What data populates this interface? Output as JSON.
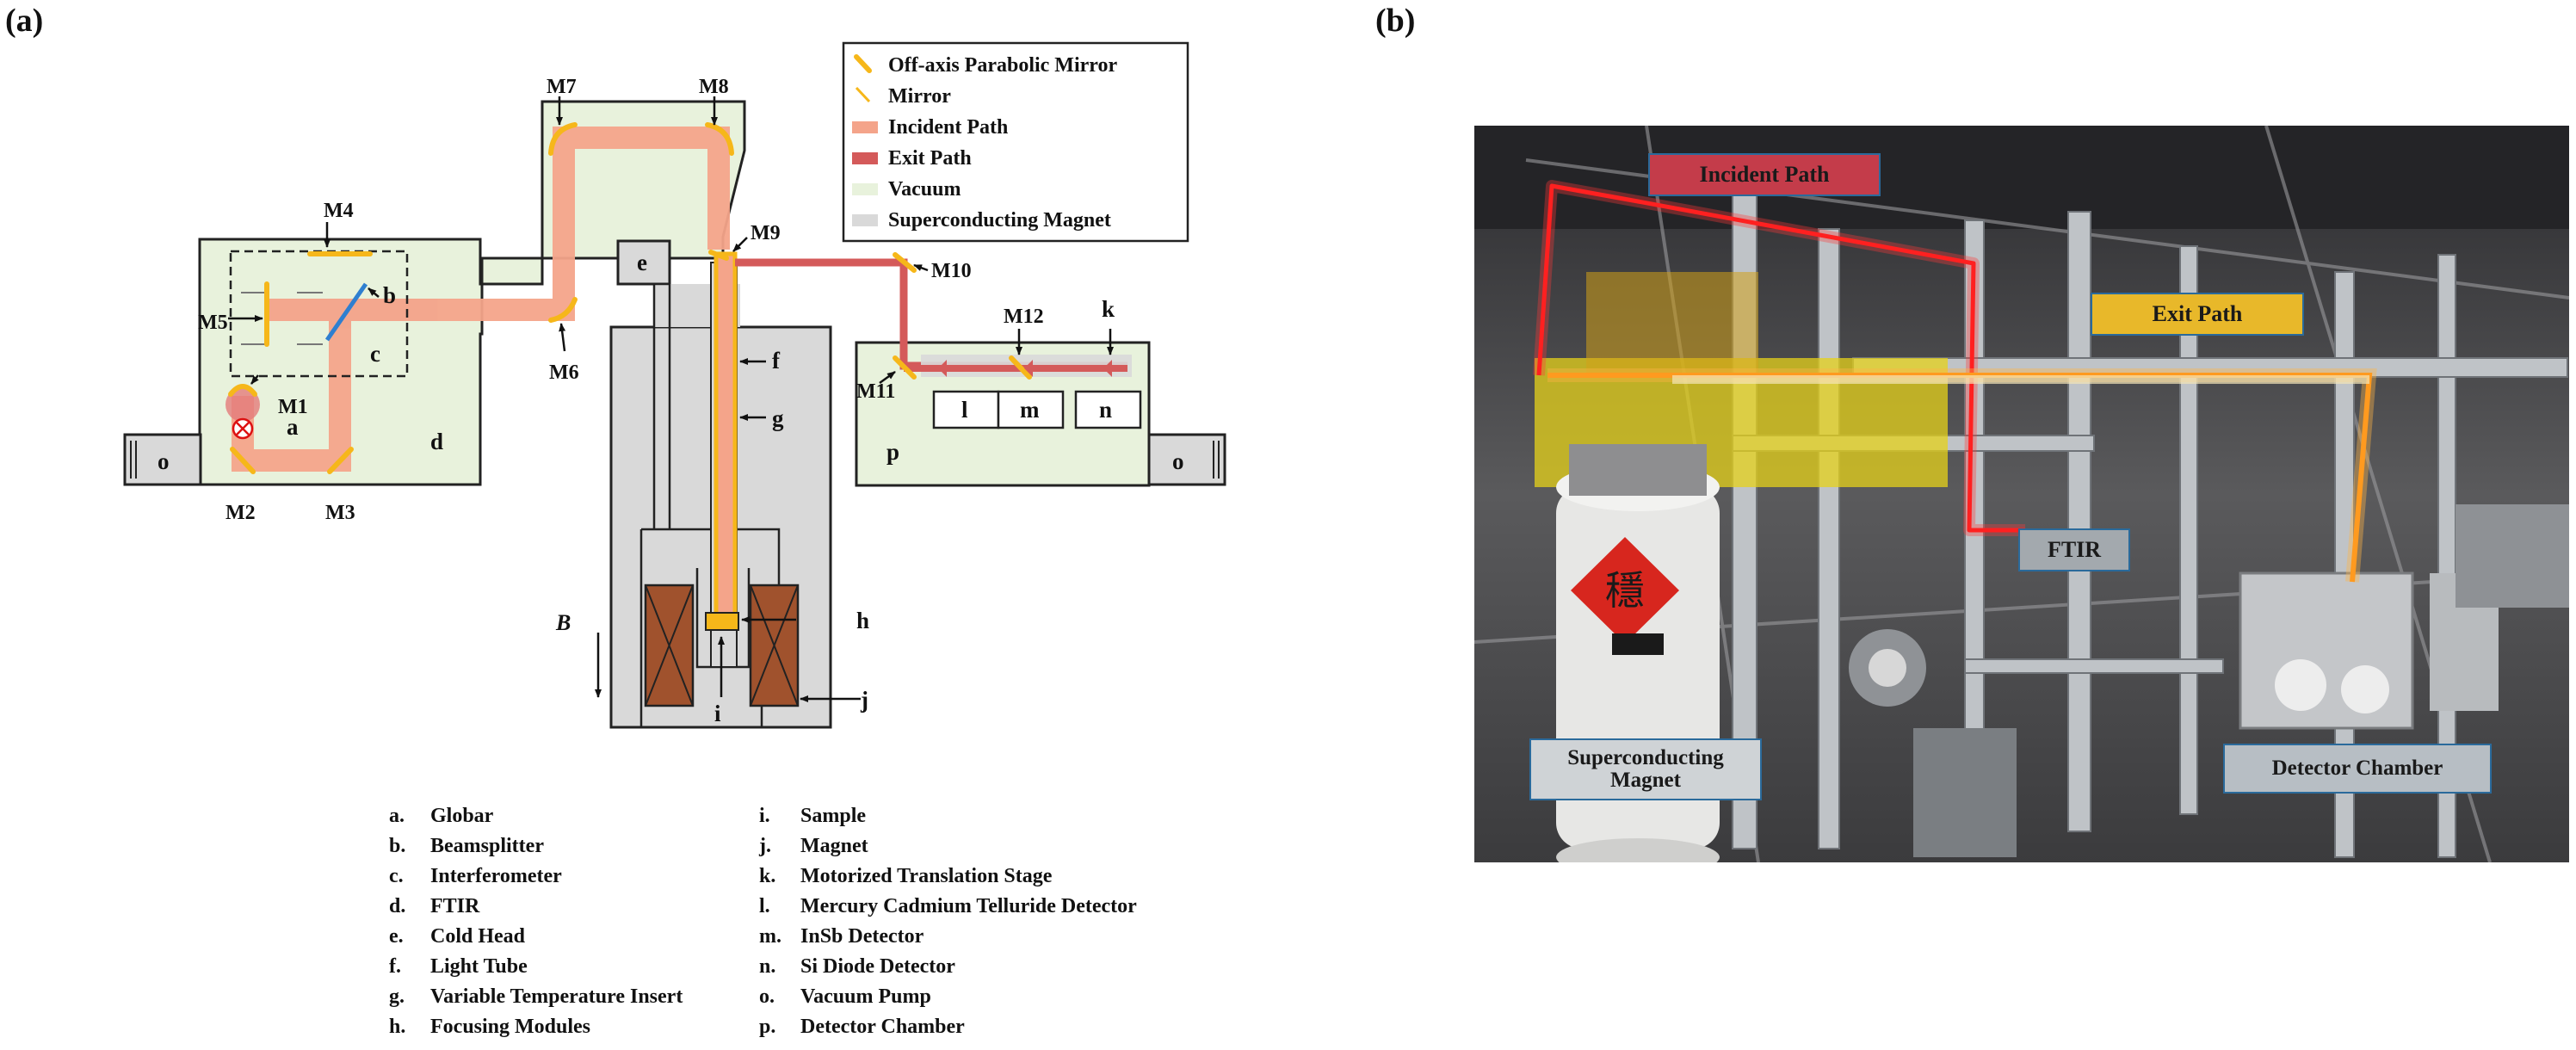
{
  "panels": {
    "a": "(a)",
    "b": "(b)"
  },
  "diagram": {
    "legend": [
      {
        "label": "Off-axis Parabolic Mirror",
        "color": "#f6b71a"
      },
      {
        "label": "Mirror",
        "color": "#f6b71a"
      },
      {
        "label": "Incident Path",
        "color": "#f4a48a"
      },
      {
        "label": "Exit Path",
        "color": "#d45a5a"
      },
      {
        "label": "Vacuum",
        "color": "#e8f2dc"
      },
      {
        "label": "Superconducting Magnet",
        "color": "#d9d9d9"
      }
    ],
    "mirrors": [
      "M1",
      "M2",
      "M3",
      "M4",
      "M5",
      "M6",
      "M7",
      "M8",
      "M9",
      "M10",
      "M11",
      "M12"
    ],
    "letters": [
      "a",
      "b",
      "c",
      "d",
      "e",
      "f",
      "g",
      "h",
      "i",
      "j",
      "k",
      "l",
      "m",
      "n",
      "o",
      "o",
      "p"
    ],
    "field_label": "B",
    "key": [
      {
        "letter": "a.",
        "text": "Globar"
      },
      {
        "letter": "b.",
        "text": "Beamsplitter"
      },
      {
        "letter": "c.",
        "text": "Interferometer"
      },
      {
        "letter": "d.",
        "text": "FTIR"
      },
      {
        "letter": "e.",
        "text": "Cold Head"
      },
      {
        "letter": "f.",
        "text": "Light Tube"
      },
      {
        "letter": "g.",
        "text": "Variable Temperature Insert"
      },
      {
        "letter": "h.",
        "text": "Focusing Modules"
      },
      {
        "letter": "i.",
        "text": "Sample"
      },
      {
        "letter": "j.",
        "text": "Magnet"
      },
      {
        "letter": "k.",
        "text": "Motorized Translation Stage"
      },
      {
        "letter": "l.",
        "text": "Mercury Cadmium Telluride Detector"
      },
      {
        "letter": "m.",
        "text": "InSb Detector"
      },
      {
        "letter": "n.",
        "text": "Si Diode Detector"
      },
      {
        "letter": "o.",
        "text": "Vacuum Pump"
      },
      {
        "letter": "p.",
        "text": "Detector Chamber"
      }
    ]
  },
  "photo": {
    "labels": {
      "incident_path": "Incident Path",
      "exit_path": "Exit Path",
      "ftir": "FTIR",
      "magnet": "Superconducting Magnet",
      "detector_chamber": "Detector Chamber"
    },
    "sign_glyph": "穩"
  }
}
